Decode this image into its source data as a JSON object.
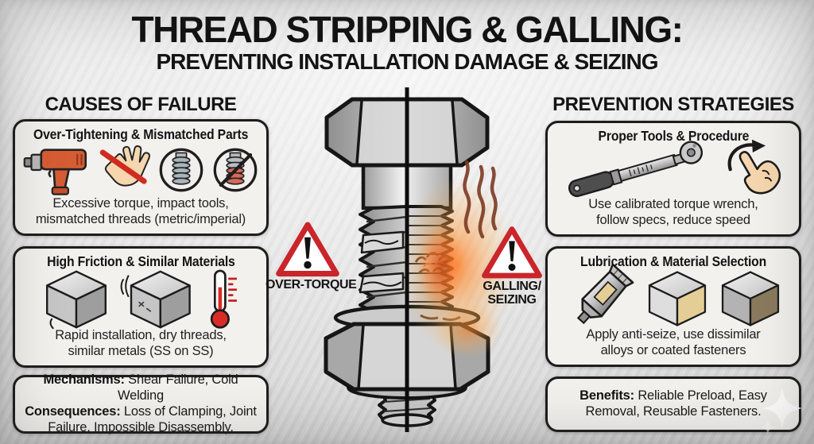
{
  "header": {
    "title": "THREAD STRIPPING & GALLING:",
    "subtitle": "PREVENTING INSTALLATION DAMAGE & SEIZING"
  },
  "causes": {
    "heading": "CAUSES OF FAILURE",
    "overtightening": {
      "title": "Over-Tightening & Mismatched Parts",
      "description": "Excessive torque, impact tools,\nmismatched threads (metric/imperial)"
    },
    "friction": {
      "title": "High Friction & Similar Materials",
      "description": "Rapid installation, dry threads,\nsimilar metals (SS on SS)"
    },
    "summary": {
      "mechanisms_label": "Mechanisms:",
      "mechanisms_text": " Shear Failure, Cold Welding",
      "consequences_label": "Consequences:",
      "consequences_text": " Loss of Clamping, Joint Failure, Impossible Disassembly."
    }
  },
  "prevention": {
    "heading": "PREVENTION STRATEGIES",
    "tools": {
      "title": "Proper Tools & Procedure",
      "description": "Use calibrated torque wrench,\nfollow specs, reduce speed"
    },
    "lubrication": {
      "title": "Lubrication & Material Selection",
      "description": "Apply anti-seize, use dissimilar\nalloys or coated fasteners"
    },
    "benefits": {
      "label": "Benefits:",
      "text": " Reliable Preload, Easy Removal, Reusable Fasteners."
    }
  },
  "diagram": {
    "left_warning_label": "OVER-TORQUE",
    "right_warning_line1": "GALLING/",
    "right_warning_line2": "SEIZING"
  },
  "colors": {
    "warning_red": "#c9252b",
    "prohibition_red": "#d02b20",
    "drill_orange": "#d65c34",
    "thermometer_red": "#da2c27",
    "heat_orange": "#f07c2a",
    "skin": "#f5d6ae",
    "thread_blue_grey": "#a7b4b8",
    "thread_red": "#d46a58",
    "anti_seize_tan": "#e5ce96",
    "coated_brown": "#8a7a5e",
    "box_border": "#1d1d1d"
  }
}
